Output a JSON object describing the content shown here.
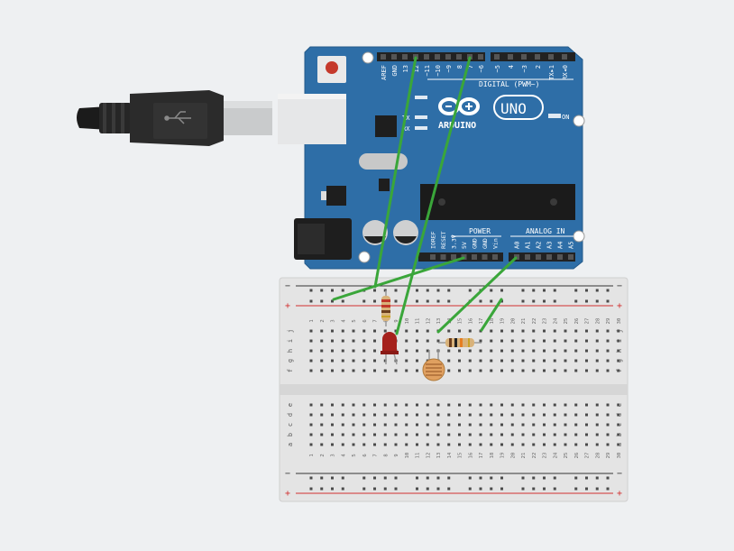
{
  "board": {
    "brand": "ARDUINO",
    "model": "UNO",
    "digital_label": "DIGITAL (PWM~)",
    "power_label": "POWER",
    "analog_label": "ANALOG IN",
    "on_label": "ON",
    "tx_label": "TX",
    "rx_label": "RX",
    "digital_pins": [
      "AREF",
      "GND",
      "13",
      "12",
      "~11",
      "~10",
      "~9",
      "8",
      "7",
      "~6",
      "~5",
      "4",
      "~3",
      "2",
      "TX▸1",
      "RX◂0"
    ],
    "power_pins": [
      "IOREF",
      "RESET",
      "3.3V",
      "5V",
      "GND",
      "GND",
      "Vin"
    ],
    "analog_pins": [
      "A0",
      "A1",
      "A2",
      "A3",
      "A4",
      "A5"
    ]
  },
  "breadboard": {
    "columns": 30,
    "top_rows": [
      "j",
      "i",
      "h",
      "g",
      "f"
    ],
    "bottom_rows": [
      "e",
      "d",
      "c",
      "b",
      "a"
    ],
    "rail_minus": "−",
    "rail_plus": "+"
  },
  "colors": {
    "board": "#2e6ea7",
    "wire": "#3aa63a",
    "breadboard": "#e4e4e4",
    "rail_red": "#d23030",
    "rail_dark": "#333333",
    "led": "#a5211c"
  }
}
